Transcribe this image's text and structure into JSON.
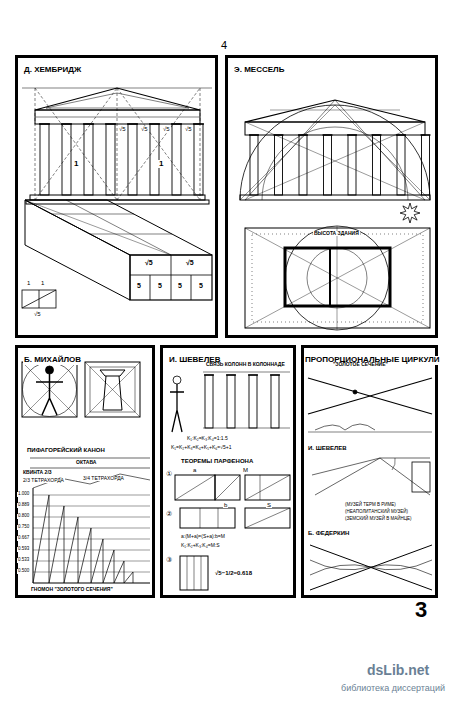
{
  "diagram": {
    "nodes": [
      {
        "text": [
          "Д. ХЕМБРИДЖ"
        ]
      },
      {
        "text": [
          "Э. МЕССЕЛЬ"
        ]
      },
      {
        "text": [
          "Б. МИХАЙЛОВ"
        ]
      },
      {
        "text": [
          "И. ШЕВЕЛЕВ"
        ]
      },
      {
        "text": [
          "ПРОПОРЦИОНАЛЬНЫЕ ЦИРКУЛИ"
        ]
      }
    ],
    "labels": [
      "4",
      "1",
      "1",
      "√5",
      "√5",
      "√5",
      "√5",
      "√5",
      "√5",
      "5",
      "5",
      "5",
      "5",
      "1",
      "1",
      "√5",
      "ВЫСОТА ЗДАНИЯ",
      "ПИФАГОРЕЙСКИЙ КАНОН",
      "ОКТАВА",
      "КВИНТА 2/3",
      "2/3 ТЕТРАХОРДА",
      "3/4 ТЕТРАХОРДА",
      "1.000",
      "0.889",
      "0.800",
      "0.750",
      "0.667",
      "0.593",
      "0.533",
      "0.500",
      "ГНОМОН \"ЗОЛОТОГО СЕЧЕНИЯ\"",
      "СВЯЗЬ КОЛОНН В КОЛОННАДЕ",
      "K₁:K₂=K₃:K₄=1:1.5",
      "K₁=K₂+K₃=K₄+K₅+K₆=√5+1",
      "ТЕОРЕМЫ ПАРФЕНОНА",
      "a",
      "b",
      "M",
      "S",
      "①",
      "②",
      "③",
      "a:(M+a)=(S+a):b=M",
      "K₁:K₂+K₃:K₄=M:S",
      "√5−1/2=0.618",
      "\"ЗОЛОТОЕ СЕЧЕНИЕ\"",
      "И. ШЕВЕЛЕВ",
      "(МУЗЕЙ ТЕРМ В РИМЕ)",
      "(НЕАПОЛИТАНСКИЙ МУЗЕЙ)",
      "(ЗЕМСКИЙ МУЗЕЙ В МАЙНЦЕ)",
      "Б. ФЕДЕРКИН",
      "3",
      "dsLib.net",
      "библиотека диссертаций"
    ]
  }
}
